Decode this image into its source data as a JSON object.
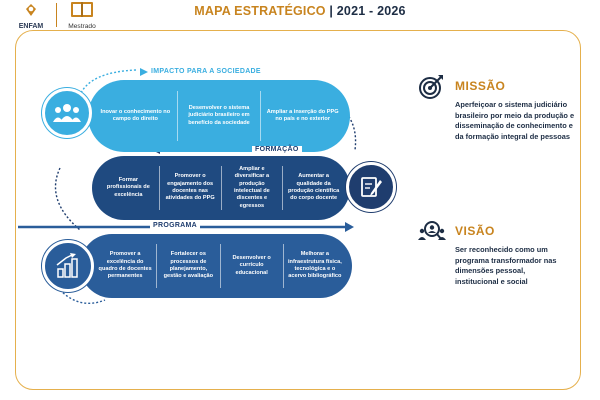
{
  "header": {
    "logo1_text": "ENFAM",
    "logo2_text": "Mestrado",
    "title_main": "MAPA ESTRATÉGICO",
    "title_sep": " | ",
    "title_years": "2021 - 2026"
  },
  "colors": {
    "gold": "#e5b04d",
    "navy": "#1f3d6e",
    "mid_blue": "#2a5d9a",
    "light_blue": "#3aaee0"
  },
  "sections": {
    "impacto": {
      "label": "IMPACTO PARA A SOCIEDADE",
      "icon": "people-group-icon",
      "items": [
        "Inovar o conhecimento no campo do direito",
        "Desenvolver o sistema judiciário brasileiro em benefício da sociedade",
        "Ampliar a inserção do PPG no país e no exterior"
      ]
    },
    "formacao": {
      "label": "FORMAÇÃO",
      "icon": "document-pen-icon",
      "items": [
        "Formar profissionais de excelência",
        "Promover o engajamento dos docentes nas atividades do PPG",
        "Ampliar e diversificar a produção intelectual de discentes e egressos",
        "Aumentar a qualidade da produção científica do corpo docente"
      ]
    },
    "programa": {
      "label": "PROGRAMA",
      "icon": "growth-chart-icon",
      "items": [
        "Promover a excelência do quadro de docentes permanentes",
        "Fortalecer os processos de planejamento, gestão e avaliação",
        "Desenvolver o currículo educacional",
        "Melhorar a infraestrutura física, tecnológica e o acervo bibliográfico"
      ]
    }
  },
  "missao": {
    "title": "MISSÃO",
    "icon": "target-icon",
    "text": "Aperfeiçoar o sistema judiciário brasileiro por meio da produção e disseminação de conhecimento e da formação integral de pessoas"
  },
  "visao": {
    "title": "VISÃO",
    "icon": "people-search-icon",
    "text": "Ser reconhecido como um programa transformador nas dimensões pessoal, institucional e social"
  }
}
